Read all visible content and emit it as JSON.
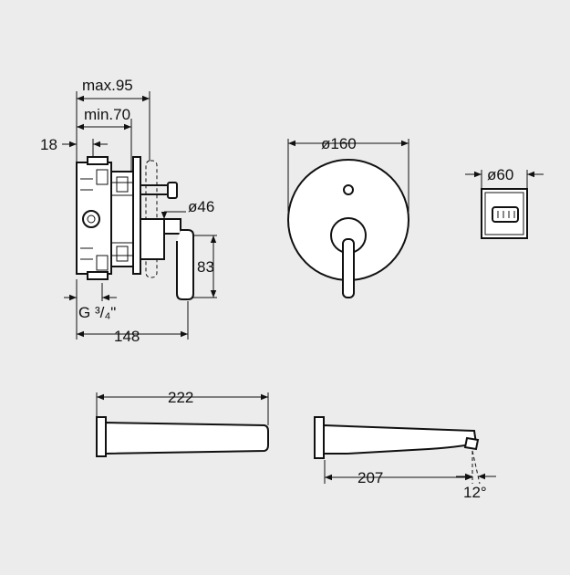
{
  "dimensions": {
    "max_depth": "max.95",
    "min_depth": "min.70",
    "wall_offset": "18",
    "handle_diameter": "ø46",
    "handle_height": "83",
    "thread_size": "G ³/₄\"",
    "total_depth": "148",
    "plate_diameter": "ø160",
    "diverter_diameter": "ø60",
    "spout_length_top": "222",
    "spout_length_side": "207",
    "spout_angle": "12°"
  },
  "colors": {
    "background": "#ececec",
    "line": "#111111",
    "fill": "#ffffff"
  }
}
